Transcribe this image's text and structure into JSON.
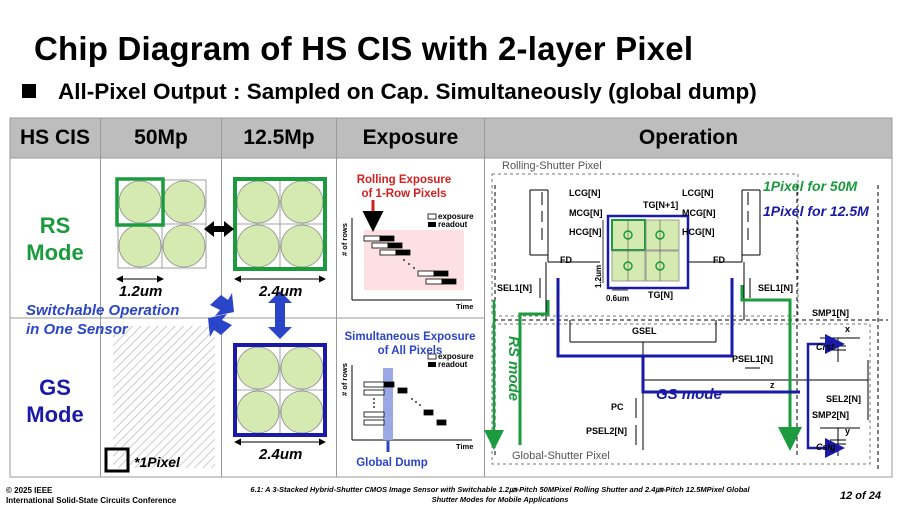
{
  "title": "Chip Diagram of HS CIS with 2-layer Pixel",
  "subtitle": "All-Pixel Output : Sampled on Cap. Simultaneously (global dump)",
  "table": {
    "headers": [
      "HS CIS",
      "50Mp",
      "12.5Mp",
      "Exposure",
      "Operation"
    ],
    "rs_mode": "RS\nMode",
    "gs_mode": "GS\nMode"
  },
  "pixels": {
    "dim_50mp": "1.2um",
    "dim_125mp_top": "2.4um",
    "dim_125mp_bottom": "2.4um",
    "switchable": "Switchable Operation\nin One Sensor",
    "one_pixel": "*1Pixel"
  },
  "exposure": {
    "rs_title": "Rolling Exposure\nof 1-Row Pixels",
    "gs_title": "Simultaneous Exposure\nof All Pixels",
    "legend_exposure": "exposure",
    "legend_readout": "readout",
    "y_axis": "# of rows",
    "x_axis": "Time",
    "global_dump": "Global Dump"
  },
  "operation": {
    "rolling_shutter_pixel": "Rolling-Shutter Pixel",
    "global_shutter_pixel": "Global-Shutter Pixel",
    "pixel_50m": "1Pixel for 50M",
    "pixel_125m": "1Pixel for 12.5M",
    "lcg_left": "LCG[N]",
    "mcg_left": "MCG[N]",
    "hcg_left": "HCG[N]",
    "lcg_right": "LCG[N]",
    "mcg_right": "MCG[N]",
    "hcg_right": "HCG[N]",
    "tg_n1": "TG[N+1]",
    "tg_n": "TG[N]",
    "fd_left": "FD",
    "fd_right": "FD",
    "sel1_left": "SEL1[N]",
    "sel1_right": "SEL1[N]",
    "pitch_v": "1.2um",
    "pitch_h": "0.6um",
    "gsel": "GSEL",
    "psel1": "PSEL1[N]",
    "pc": "PC",
    "psel2": "PSEL2[N]",
    "smp1": "SMP1[N]",
    "smp2": "SMP2[N]",
    "sel2": "SEL2[N]",
    "crst": "Crst",
    "csig": "Csig",
    "node_x": "x",
    "node_y": "y",
    "node_z": "z",
    "rs_mode": "RS mode",
    "gs_mode": "GS mode"
  },
  "footer": {
    "left": "© 2025 IEEE\nInternational Solid-State Circuits Conference",
    "center": "6.1: A 3-Stacked Hybrid-Shutter CMOS Image Sensor with Switchable 1.2㎛-Pitch 50MPixel Rolling Shutter and 2.4㎛-Pitch 12.5MPixel Global Shutter Modes for Mobile Applications",
    "page": "12 of 24"
  },
  "colors": {
    "green": "#1c9a3e",
    "blue": "#1a1aa8",
    "red": "#d41f1f",
    "pixel_fill": "#d4eab0",
    "header_gray": "#bdbdbd"
  }
}
